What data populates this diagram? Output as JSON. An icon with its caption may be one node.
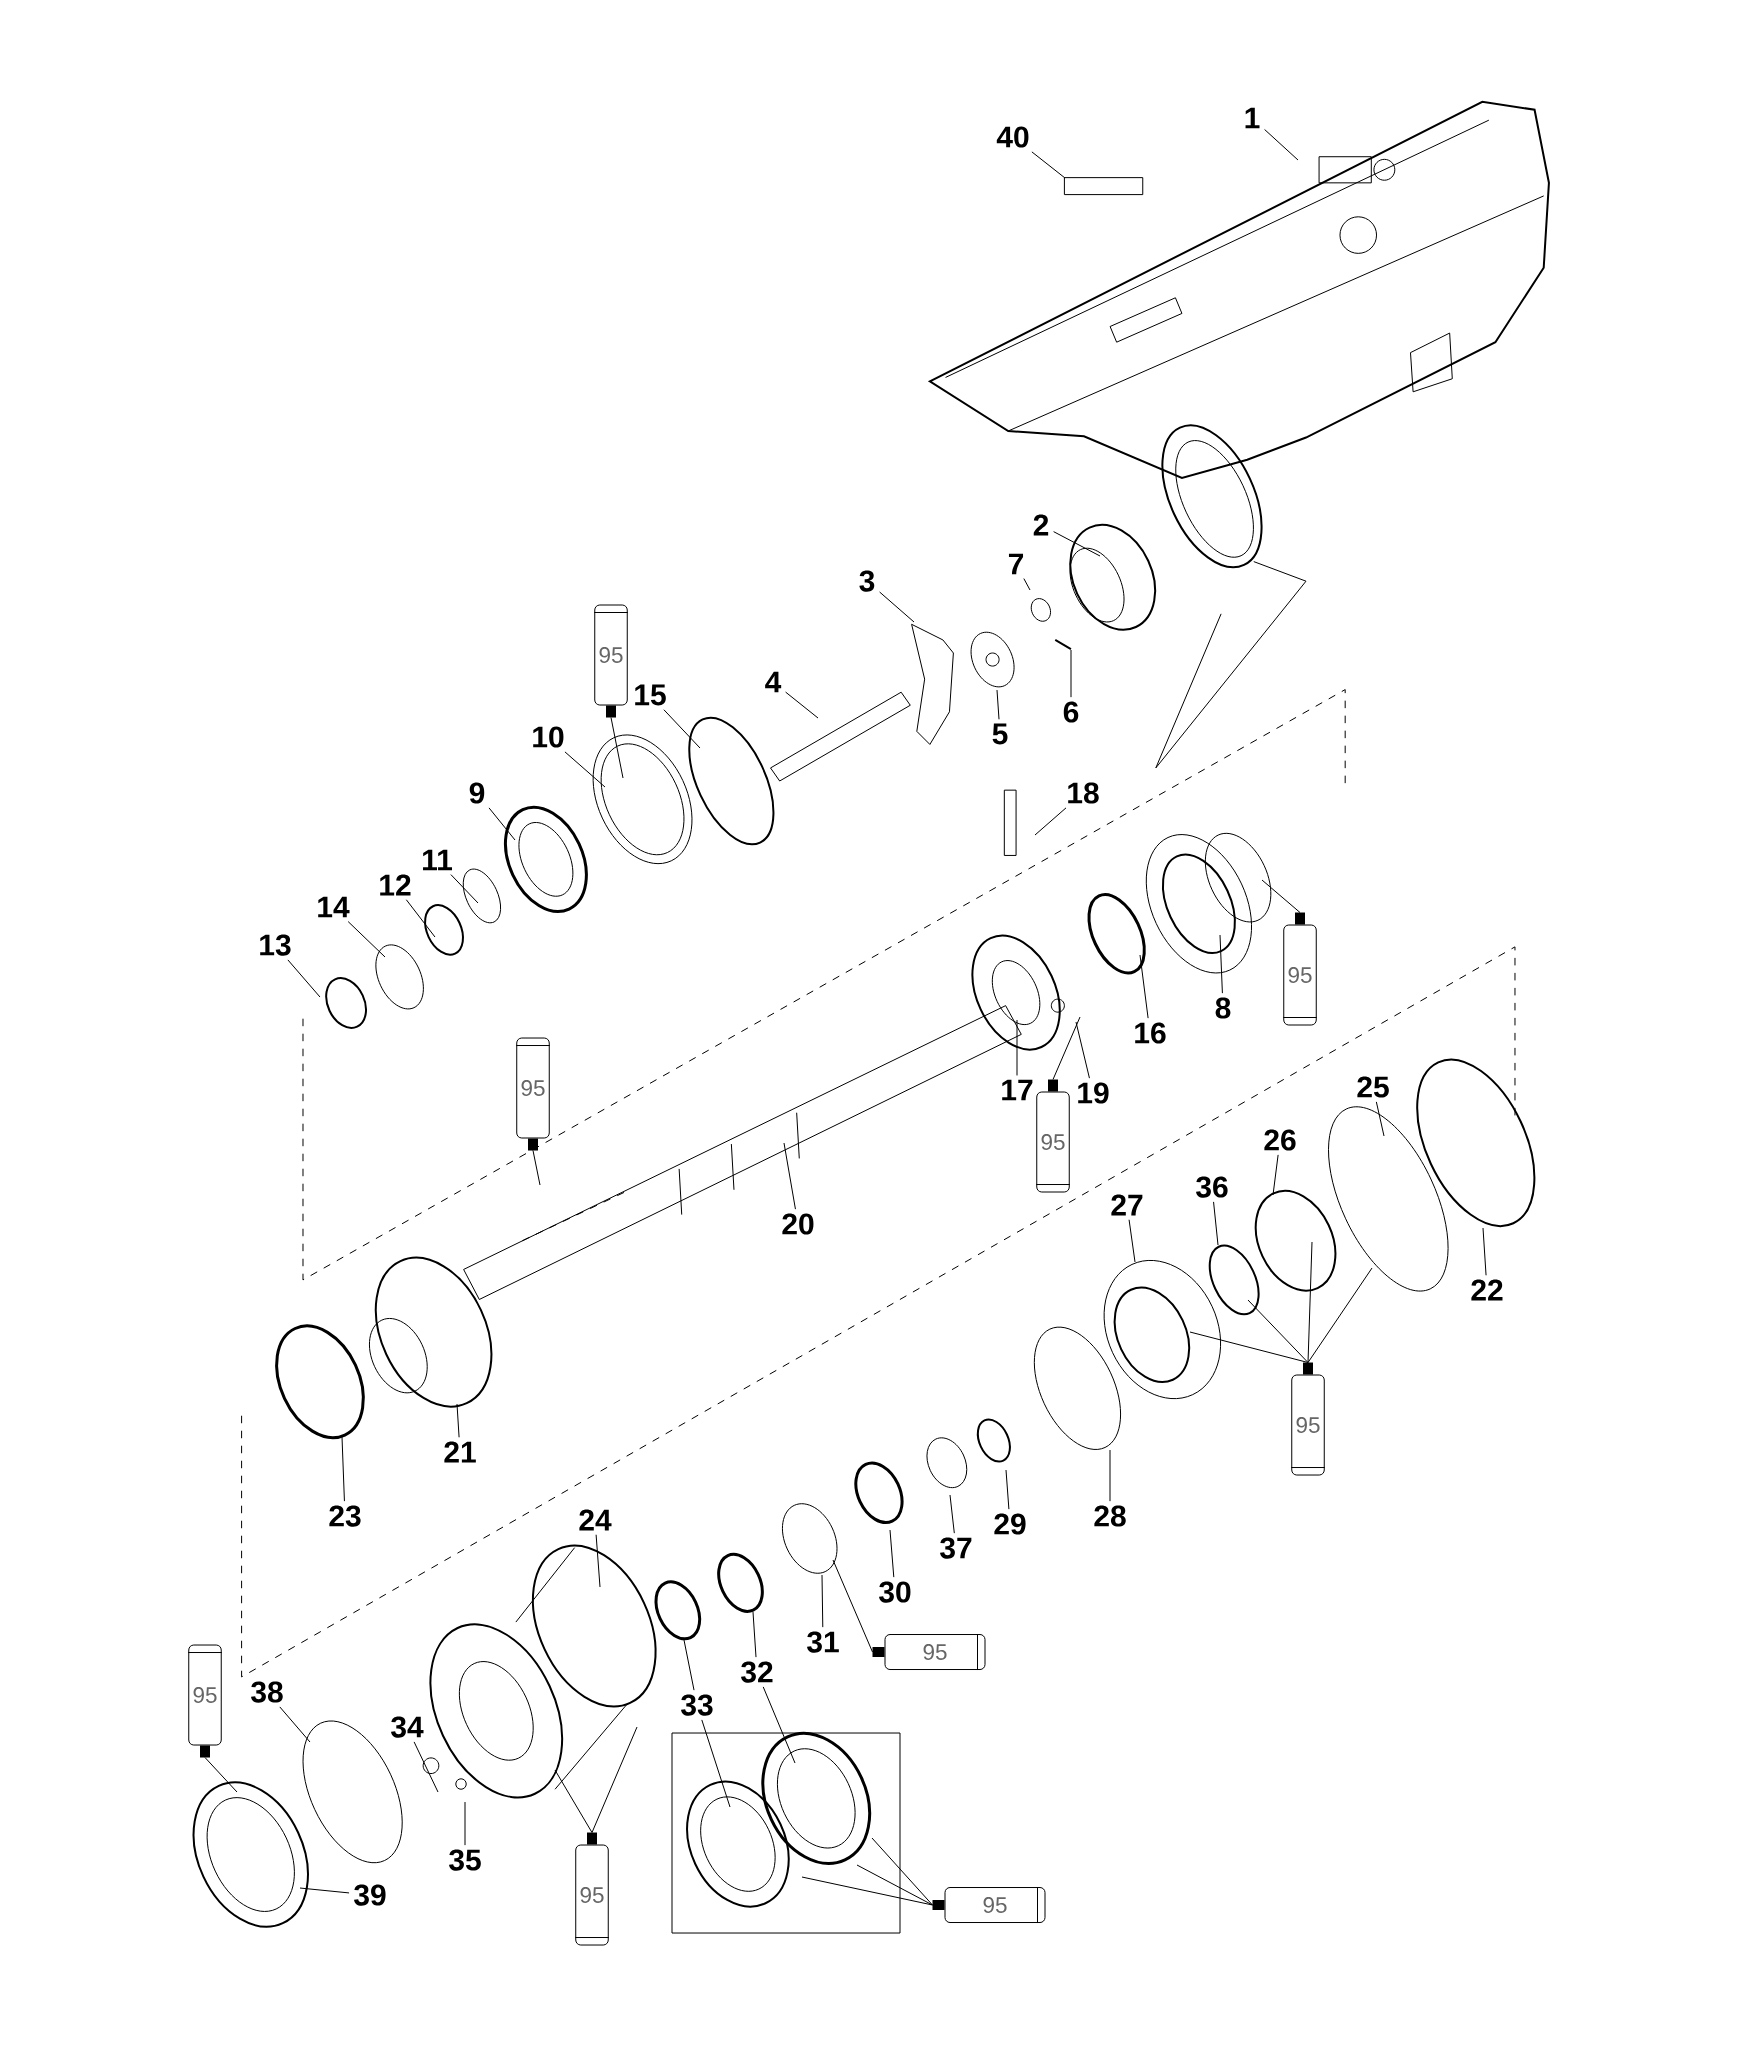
{
  "diagram": {
    "nodes": [
      {
        "text": [
          "40"
        ]
      },
      {
        "text": [
          "1"
        ]
      },
      {
        "text": [
          "2"
        ]
      },
      {
        "text": [
          "3"
        ]
      },
      {
        "text": [
          "7"
        ]
      },
      {
        "text": [
          "4"
        ]
      },
      {
        "text": [
          "15"
        ]
      },
      {
        "text": [
          "6"
        ]
      },
      {
        "text": [
          "5"
        ]
      },
      {
        "text": [
          "10"
        ]
      },
      {
        "text": [
          "18"
        ]
      },
      {
        "text": [
          "9"
        ]
      },
      {
        "text": [
          "11"
        ]
      },
      {
        "text": [
          "12"
        ]
      },
      {
        "text": [
          "14"
        ]
      },
      {
        "text": [
          "13"
        ]
      },
      {
        "text": [
          "8"
        ]
      },
      {
        "text": [
          "16"
        ]
      },
      {
        "text": [
          "17"
        ]
      },
      {
        "text": [
          "19"
        ]
      },
      {
        "text": [
          "25"
        ]
      },
      {
        "text": [
          "26"
        ]
      },
      {
        "text": [
          "36"
        ]
      },
      {
        "text": [
          "27"
        ]
      },
      {
        "text": [
          "20"
        ]
      },
      {
        "text": [
          "22"
        ]
      },
      {
        "text": [
          "21"
        ]
      },
      {
        "text": [
          "28"
        ]
      },
      {
        "text": [
          "23"
        ]
      },
      {
        "text": [
          "24"
        ]
      },
      {
        "text": [
          "29"
        ]
      },
      {
        "text": [
          "37"
        ]
      },
      {
        "text": [
          "30"
        ]
      },
      {
        "text": [
          "31"
        ]
      },
      {
        "text": [
          "32"
        ]
      },
      {
        "text": [
          "33"
        ]
      },
      {
        "text": [
          "38"
        ]
      },
      {
        "text": [
          "34"
        ]
      },
      {
        "text": [
          "35"
        ]
      },
      {
        "text": [
          "39"
        ]
      },
      {
        "text": [
          "95"
        ]
      },
      {
        "text": [
          "95"
        ]
      },
      {
        "text": [
          "95"
        ]
      },
      {
        "text": [
          "95"
        ]
      },
      {
        "text": [
          "95"
        ]
      },
      {
        "text": [
          "95"
        ]
      },
      {
        "text": [
          "95"
        ]
      },
      {
        "text": [
          "95"
        ]
      },
      {
        "text": [
          "95"
        ]
      }
    ],
    "edges": [
      {
        "from": 0,
        "to": null,
        "arrow": "none"
      },
      {
        "from": 1,
        "to": null,
        "arrow": "none"
      },
      {
        "from": 2,
        "to": null,
        "arrow": "none"
      },
      {
        "from": 3,
        "to": null,
        "arrow": "none"
      },
      {
        "from": 4,
        "to": null,
        "arrow": "none"
      },
      {
        "from": 5,
        "to": null,
        "arrow": "none"
      },
      {
        "from": 6,
        "to": null,
        "arrow": "none"
      },
      {
        "from": 7,
        "to": null,
        "arrow": "none"
      },
      {
        "from": 8,
        "to": null,
        "arrow": "none"
      },
      {
        "from": 9,
        "to": null,
        "arrow": "none"
      },
      {
        "from": 10,
        "to": null,
        "arrow": "none"
      },
      {
        "from": 11,
        "to": null,
        "arrow": "none"
      },
      {
        "from": 12,
        "to": null,
        "arrow": "none"
      },
      {
        "from": 13,
        "to": null,
        "arrow": "none"
      },
      {
        "from": 14,
        "to": null,
        "arrow": "none"
      },
      {
        "from": 15,
        "to": null,
        "arrow": "none"
      },
      {
        "from": 16,
        "to": null,
        "arrow": "none"
      },
      {
        "from": 17,
        "to": null,
        "arrow": "none"
      },
      {
        "from": 18,
        "to": null,
        "arrow": "none"
      },
      {
        "from": 19,
        "to": null,
        "arrow": "none"
      },
      {
        "from": 20,
        "to": null,
        "arrow": "none"
      },
      {
        "from": 21,
        "to": null,
        "arrow": "none"
      },
      {
        "from": 22,
        "to": null,
        "arrow": "none"
      },
      {
        "from": 23,
        "to": null,
        "arrow": "none"
      },
      {
        "from": 24,
        "to": null,
        "arrow": "none"
      },
      {
        "from": 25,
        "to": null,
        "arrow": "none"
      },
      {
        "from": 26,
        "to": null,
        "arrow": "none"
      },
      {
        "from": 27,
        "to": null,
        "arrow": "none"
      },
      {
        "from": 28,
        "to": null,
        "arrow": "none"
      },
      {
        "from": 29,
        "to": null,
        "arrow": "none"
      },
      {
        "from": 30,
        "to": null,
        "arrow": "none"
      },
      {
        "from": 31,
        "to": null,
        "arrow": "none"
      },
      {
        "from": 32,
        "to": null,
        "arrow": "none"
      },
      {
        "from": 33,
        "to": null,
        "arrow": "none"
      },
      {
        "from": 34,
        "to": null,
        "arrow": "none"
      },
      {
        "from": 34,
        "to": null,
        "arrow": "none"
      },
      {
        "from": 35,
        "to": null,
        "arrow": "none"
      },
      {
        "from": 35,
        "to": null,
        "arrow": "none"
      },
      {
        "from": 36,
        "to": null,
        "arrow": "none"
      },
      {
        "from": 37,
        "to": null,
        "arrow": "none"
      },
      {
        "from": 38,
        "to": null,
        "arrow": "none"
      },
      {
        "from": 39,
        "to": null,
        "arrow": "none"
      },
      {
        "from": 40,
        "to": null,
        "arrow": "none"
      },
      {
        "from": 41,
        "to": null,
        "arrow": "none"
      },
      {
        "from": 42,
        "to": null,
        "arrow": "none"
      },
      {
        "from": 43,
        "to": null,
        "arrow": "none"
      },
      {
        "from": 44,
        "to": null,
        "arrow": "none"
      },
      {
        "from": 44,
        "to": null,
        "arrow": "none"
      },
      {
        "from": 44,
        "to": null,
        "arrow": "none"
      },
      {
        "from": 44,
        "to": null,
        "arrow": "none"
      },
      {
        "from": 45,
        "to": null,
        "arrow": "none"
      },
      {
        "from": 46,
        "to": null,
        "arrow": "none"
      },
      {
        "from": 46,
        "to": null,
        "arrow": "none"
      },
      {
        "from": 46,
        "to": null,
        "arrow": "none"
      },
      {
        "from": 47,
        "to": null,
        "arrow": "none"
      },
      {
        "from": 47,
        "to": null,
        "arrow": "none"
      },
      {
        "from": 48,
        "to": null,
        "arrow": "none"
      }
    ]
  }
}
